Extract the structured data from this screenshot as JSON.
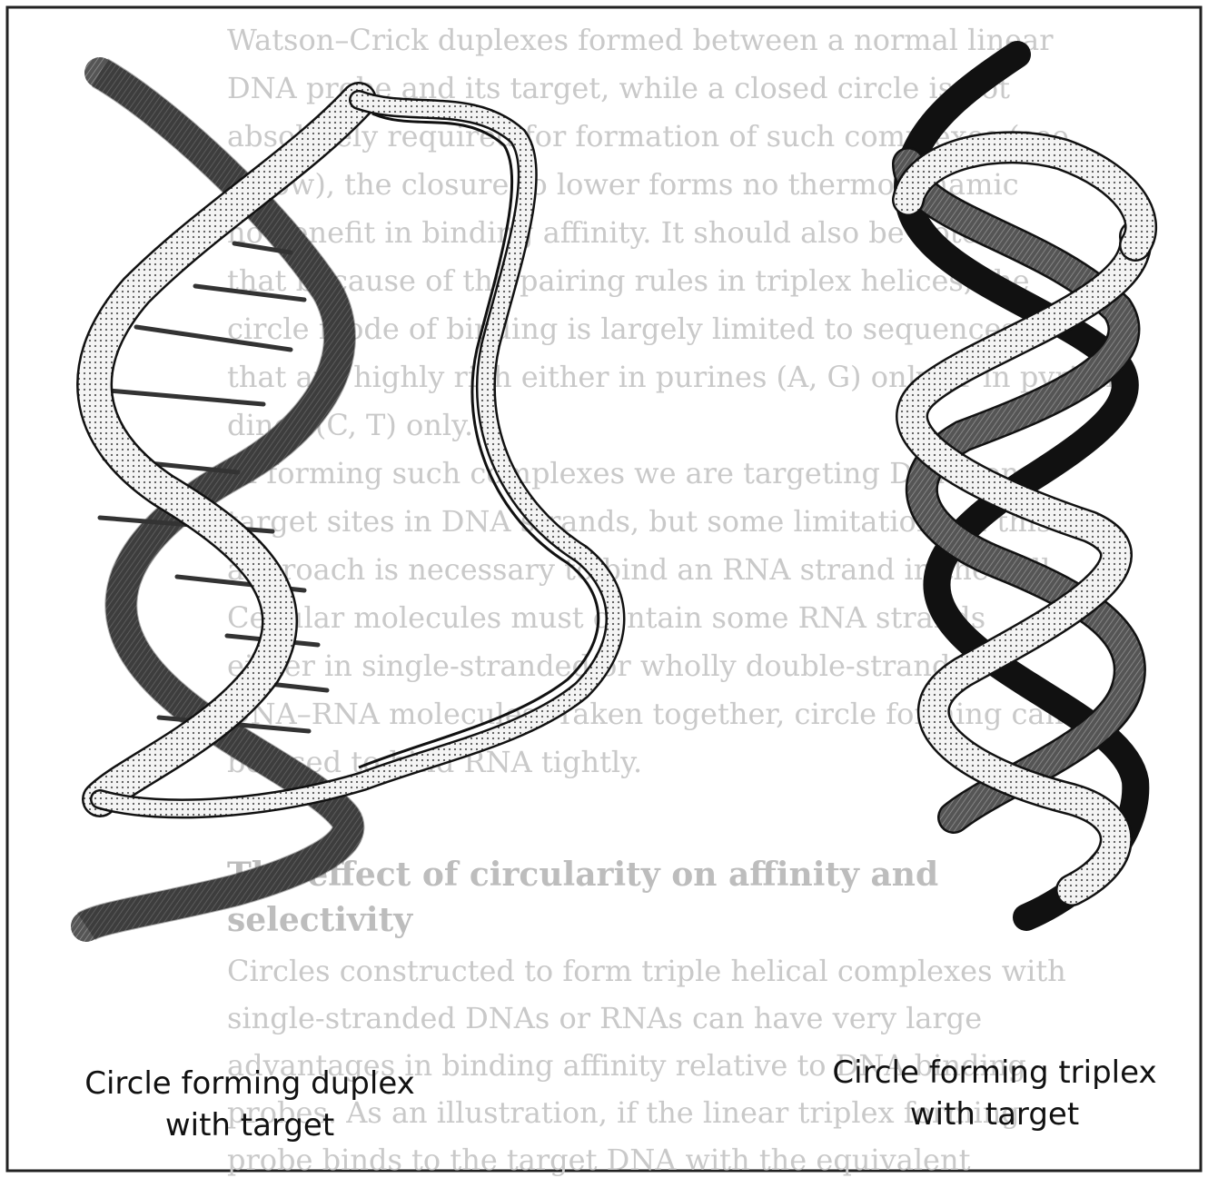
{
  "captions": {
    "duplex_line1": "Circle forming duplex",
    "duplex_line2": "with target",
    "triplex_line1": "Circle forming triplex",
    "triplex_line2": "with target"
  },
  "bleed_through": {
    "heading_line1": "The effect of circularity on affinity and",
    "heading_line2": "selectivity",
    "lines": [
      "Watson–Crick duplexes formed between a normal linear",
      "DNA probe and its target, while a closed circle is not",
      "absolutely required for formation of such complexes (see",
      "below), the closure to lower forms no thermodynamic",
      "no benefit in binding affinity. It should also be noted",
      "that because of the pairing rules in triplex helices, the",
      "circle mode of binding is largely limited to sequences",
      "that are highly rich either in purines (A, G) only or in pyrimi-",
      "dines (C, T) only.",
      "In forming such complexes we are targeting DNAs on",
      "target sites in DNA strands, but some limitations of this",
      "approach is necessary to bind an RNA strand in the cell.",
      "Cellular molecules must contain some RNA strands",
      "either in single-stranded or wholly double-stranded",
      "DNA–RNA molecules. Taken together, circle forming can",
      "be used to bind RNA tightly.",
      "Circles constructed to form triple helical complexes with",
      "single-stranded DNAs or RNAs can have very large",
      "advantages in binding affinity relative to DNA binding",
      "probes. As an illustration, if the linear triplex forming",
      "probe binds to the target DNA with the equivalent"
    ]
  },
  "colors": {
    "ink": "#111111",
    "strand_dark": "#555555",
    "strand_dotted": "#f2f2f2",
    "bleed": "#c9c9c9",
    "frame": "#222222"
  },
  "icons": {
    "duplex": "dna-duplex-helix-with-loop",
    "triplex": "dna-triple-helix"
  }
}
